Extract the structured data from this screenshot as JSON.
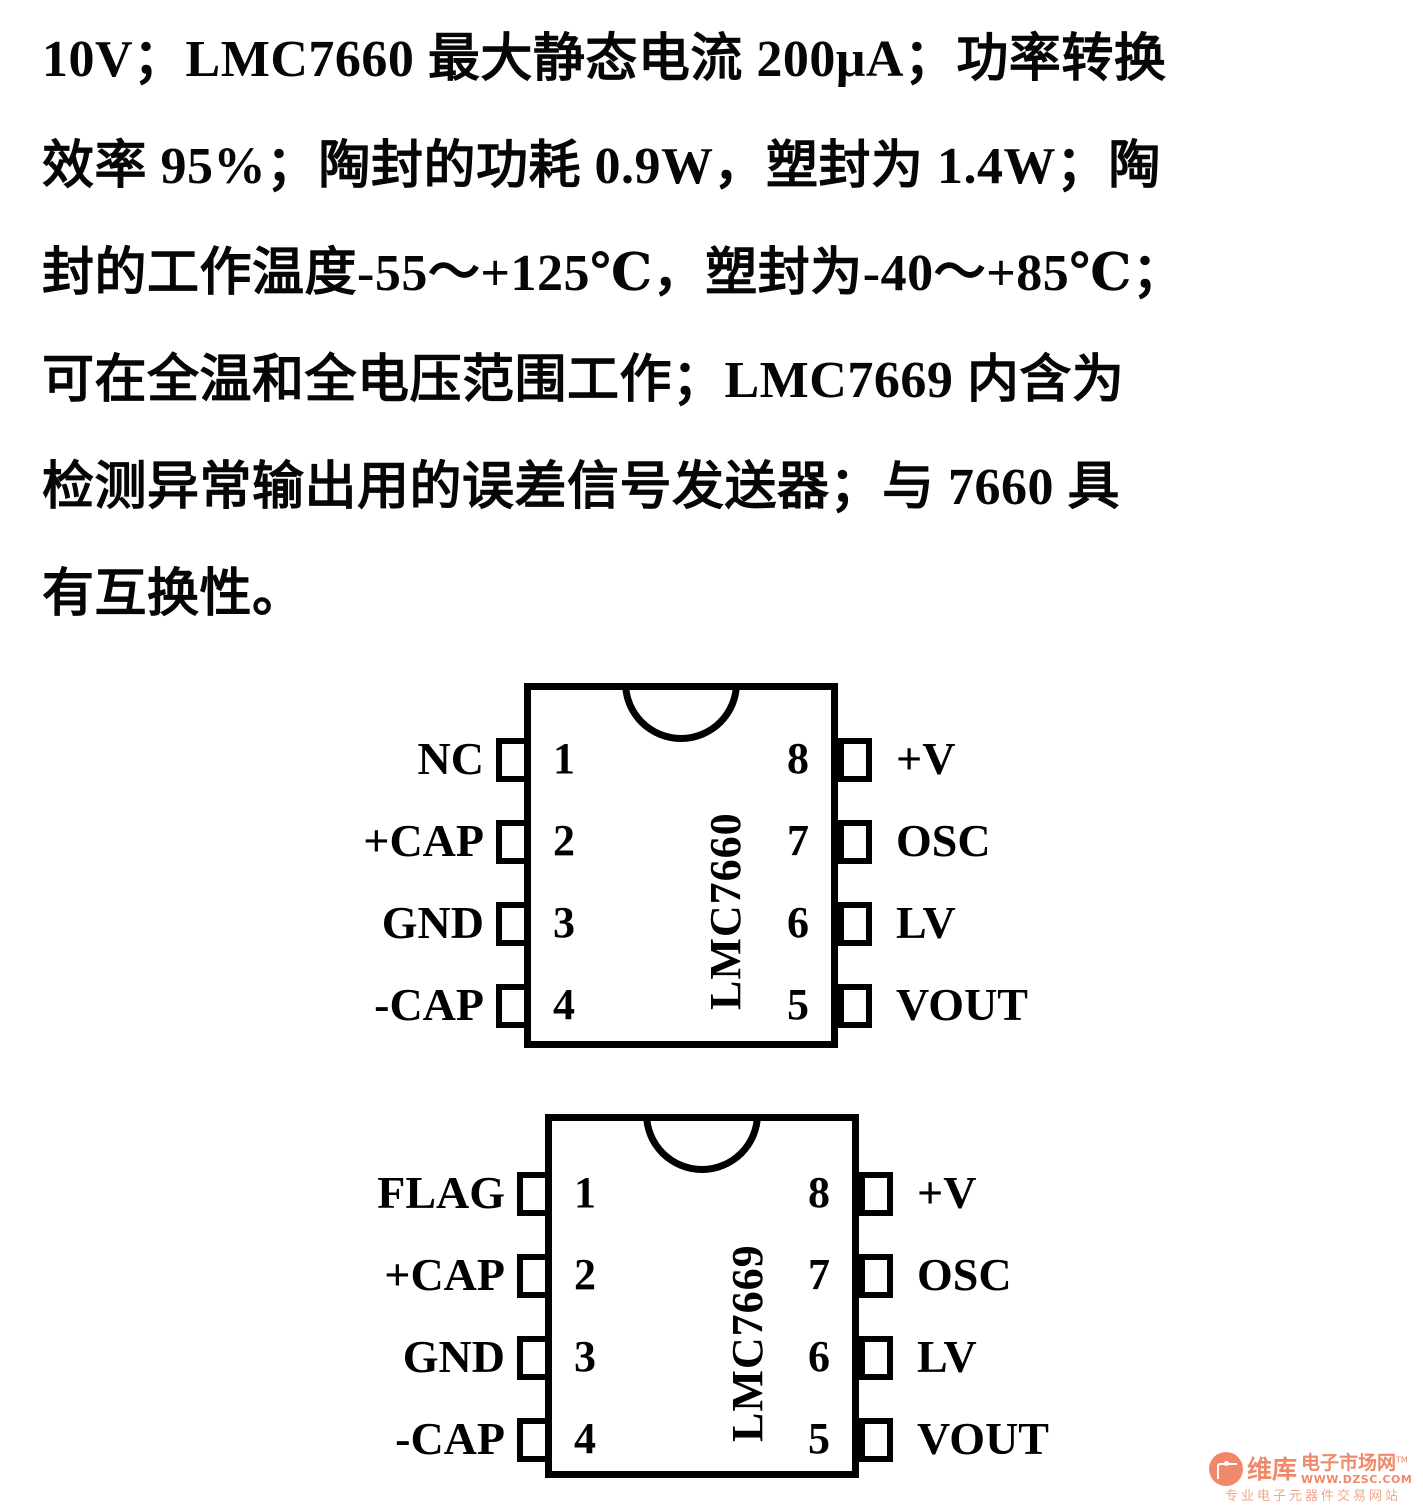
{
  "document": {
    "paragraph_lines": [
      "10V；LMC7660 最大静态电流 200μA；功率转换",
      "效率 95%；陶封的功耗 0.9W，塑封为 1.4W；陶",
      "封的工作温度-55～+125℃，塑封为-40～+85℃；",
      "可在全温和全电压范围工作；LMC7669 内含为",
      "检测异常输出用的误差信号发送器；与 7660 具",
      "有互换性。"
    ]
  },
  "diagrams": [
    {
      "name": "LMC7660",
      "package": "DIP-8",
      "left_pins": [
        {
          "num": "1",
          "label": "NC"
        },
        {
          "num": "2",
          "label": "+CAP"
        },
        {
          "num": "3",
          "label": "GND"
        },
        {
          "num": "4",
          "label": "-CAP"
        }
      ],
      "right_pins": [
        {
          "num": "8",
          "label": "+V"
        },
        {
          "num": "7",
          "label": "OSC"
        },
        {
          "num": "6",
          "label": "LV"
        },
        {
          "num": "5",
          "label": "VOUT"
        }
      ]
    },
    {
      "name": "LMC7669",
      "package": "DIP-8",
      "left_pins": [
        {
          "num": "1",
          "label": "FLAG"
        },
        {
          "num": "2",
          "label": "+CAP"
        },
        {
          "num": "3",
          "label": "GND"
        },
        {
          "num": "4",
          "label": "-CAP"
        }
      ],
      "right_pins": [
        {
          "num": "8",
          "label": "+V"
        },
        {
          "num": "7",
          "label": "OSC"
        },
        {
          "num": "6",
          "label": "LV"
        },
        {
          "num": "5",
          "label": "VOUT"
        }
      ]
    }
  ],
  "watermark": {
    "brand_cn": "维库",
    "brand_cn2": "电子市场网",
    "tm": "TM",
    "url": "WWW.DZSC.COM",
    "tagline": "专业电子元器件交易网站",
    "color": "#f2886a"
  }
}
